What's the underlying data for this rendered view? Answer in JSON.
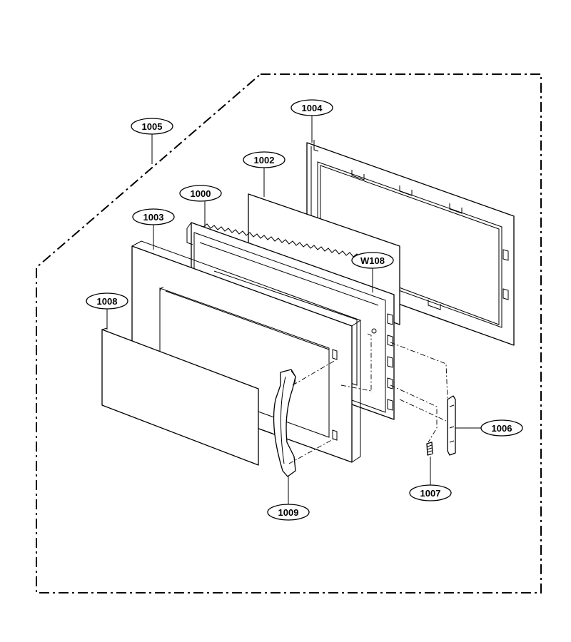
{
  "callouts": [
    {
      "id": "1000",
      "text": "1000"
    },
    {
      "id": "1002",
      "text": "1002"
    },
    {
      "id": "1003",
      "text": "1003"
    },
    {
      "id": "1004",
      "text": "1004"
    },
    {
      "id": "1005",
      "text": "1005"
    },
    {
      "id": "1006",
      "text": "1006"
    },
    {
      "id": "1007",
      "text": "1007"
    },
    {
      "id": "1008",
      "text": "1008"
    },
    {
      "id": "1009",
      "text": "1009"
    },
    {
      "id": "w108",
      "text": "W108"
    }
  ]
}
